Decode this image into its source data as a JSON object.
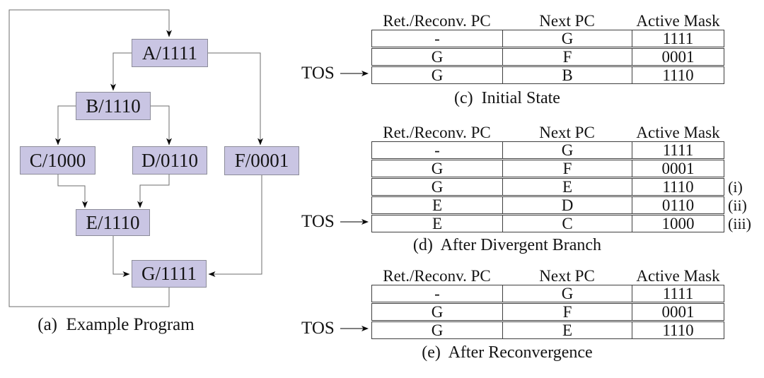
{
  "panel_a": {
    "caption": "(a)  Example Program",
    "nodes": {
      "a": "A/1111",
      "b": "B/1110",
      "c": "C/1000",
      "d": "D/0110",
      "f": "F/0001",
      "e": "E/1110",
      "g": "G/1111"
    }
  },
  "tables": {
    "headers": [
      "Ret./Reconv. PC",
      "Next PC",
      "Active Mask"
    ],
    "tos_label": "TOS",
    "panels": [
      {
        "id": "c",
        "caption": "(c)  Initial State",
        "rows": [
          [
            "-",
            "G",
            "1111"
          ],
          [
            "G",
            "F",
            "0001"
          ],
          [
            "G",
            "B",
            "1110"
          ]
        ],
        "tags": [
          "",
          "",
          ""
        ]
      },
      {
        "id": "d",
        "caption": "(d)  After Divergent Branch",
        "rows": [
          [
            "-",
            "G",
            "1111"
          ],
          [
            "G",
            "F",
            "0001"
          ],
          [
            "G",
            "E",
            "1110"
          ],
          [
            "E",
            "D",
            "0110"
          ],
          [
            "E",
            "C",
            "1000"
          ]
        ],
        "tags": [
          "",
          "",
          "(i)",
          "(ii)",
          "(iii)"
        ]
      },
      {
        "id": "e",
        "caption": "(e)  After Reconvergence",
        "rows": [
          [
            "-",
            "G",
            "1111"
          ],
          [
            "G",
            "F",
            "0001"
          ],
          [
            "G",
            "E",
            "1110"
          ]
        ],
        "tags": [
          "",
          "",
          ""
        ]
      }
    ]
  },
  "colors": {
    "node_fill": "#c9c5e3",
    "node_border": "#8c8c99",
    "edge": "#6e6e6e",
    "arrowhead": "#0a0a0a",
    "table_border": "#3f3f3f"
  }
}
